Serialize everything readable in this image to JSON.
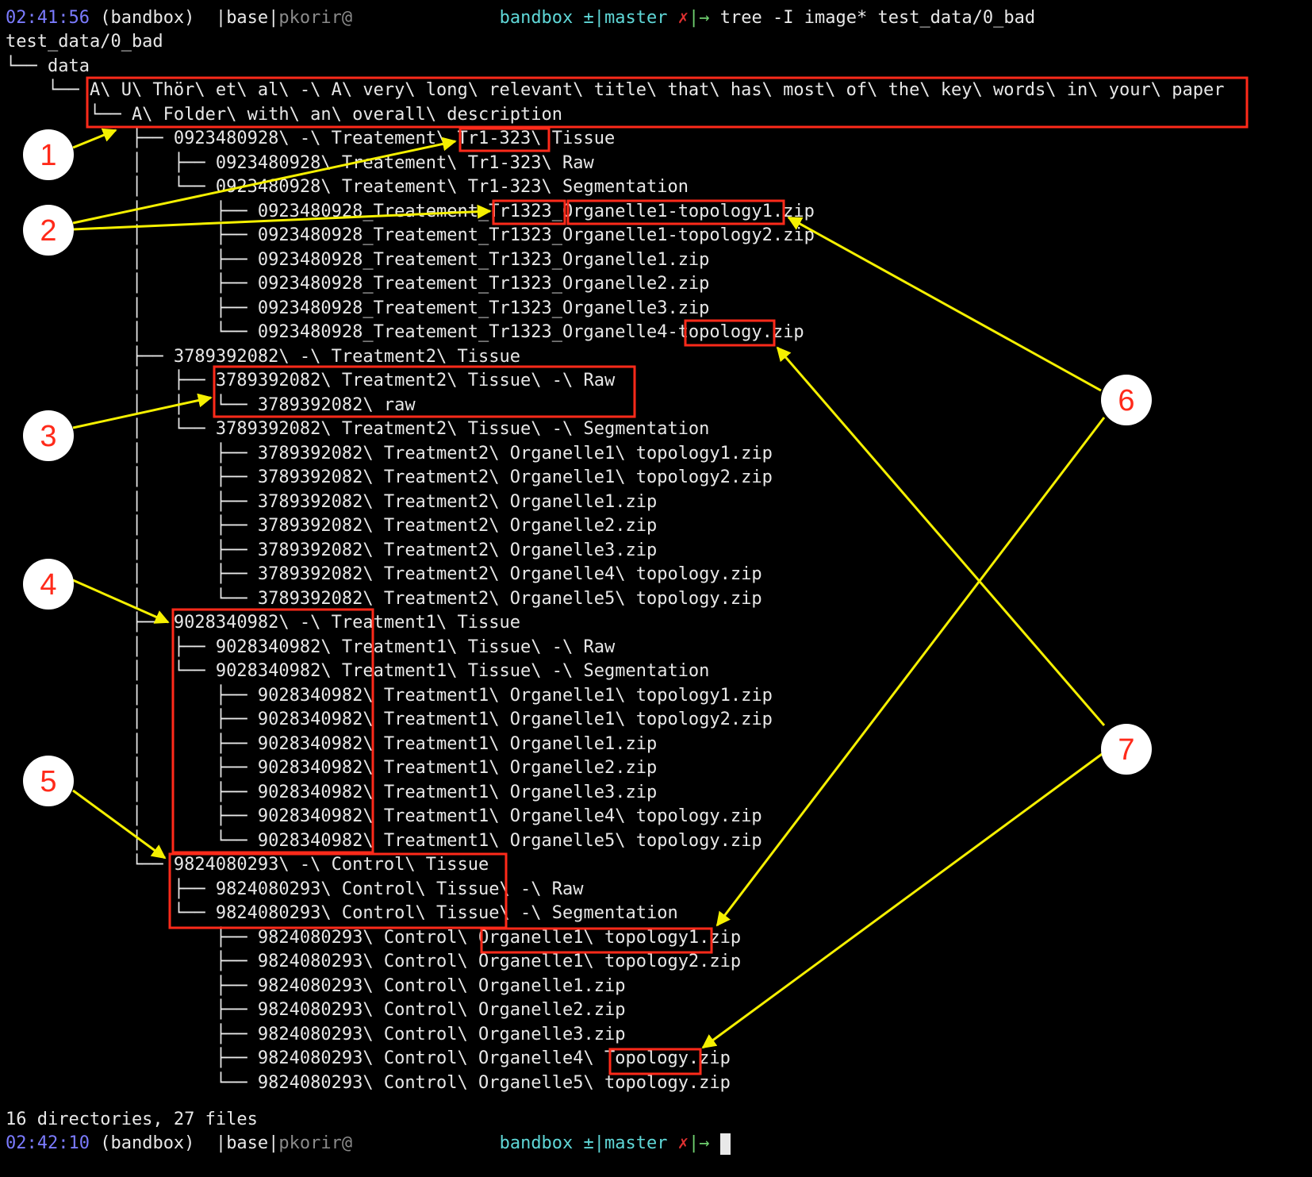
{
  "prompt_top": {
    "time": "02:41:56",
    "env": "(bandbox)",
    "sep1": "  |",
    "base": "base",
    "sep2": "|",
    "user": "pkorir@",
    "host": "bandbox",
    "branch_sym": "±|",
    "branch": "master",
    "dirty": "✗",
    "arrow": "|→",
    "command": "tree -I image* test_data/0_bad"
  },
  "tree": {
    "lines": [
      "test_data/0_bad",
      "└── data",
      "    └── A\\ U\\ Thör\\ et\\ al\\ -\\ A\\ very\\ long\\ relevant\\ title\\ that\\ has\\ most\\ of\\ the\\ key\\ words\\ in\\ your\\ paper",
      "        └── A\\ Folder\\ with\\ an\\ overall\\ description",
      "            ├── 0923480928\\ -\\ Treatement\\ Tr1-323\\ Tissue",
      "            │   ├── 0923480928\\ Treatement\\ Tr1-323\\ Raw",
      "            │   └── 0923480928\\ Treatement\\ Tr1-323\\ Segmentation",
      "            │       ├── 0923480928_Treatement_Tr1323_Organelle1-topology1.zip",
      "            │       ├── 0923480928_Treatement_Tr1323_Organelle1-topology2.zip",
      "            │       ├── 0923480928_Treatement_Tr1323_Organelle1.zip",
      "            │       ├── 0923480928_Treatement_Tr1323_Organelle2.zip",
      "            │       ├── 0923480928_Treatement_Tr1323_Organelle3.zip",
      "            │       └── 0923480928_Treatement_Tr1323_Organelle4-topology.zip",
      "            ├── 3789392082\\ -\\ Treatment2\\ Tissue",
      "            │   ├── 3789392082\\ Treatment2\\ Tissue\\ -\\ Raw",
      "            │   │   └── 3789392082\\ raw",
      "            │   └── 3789392082\\ Treatment2\\ Tissue\\ -\\ Segmentation",
      "            │       ├── 3789392082\\ Treatment2\\ Organelle1\\ topology1.zip",
      "            │       ├── 3789392082\\ Treatment2\\ Organelle1\\ topology2.zip",
      "            │       ├── 3789392082\\ Treatment2\\ Organelle1.zip",
      "            │       ├── 3789392082\\ Treatment2\\ Organelle2.zip",
      "            │       ├── 3789392082\\ Treatment2\\ Organelle3.zip",
      "            │       ├── 3789392082\\ Treatment2\\ Organelle4\\ topology.zip",
      "            │       └── 3789392082\\ Treatment2\\ Organelle5\\ topology.zip",
      "            ├── 9028340982\\ -\\ Treatment1\\ Tissue",
      "            │   ├── 9028340982\\ Treatment1\\ Tissue\\ -\\ Raw",
      "            │   └── 9028340982\\ Treatment1\\ Tissue\\ -\\ Segmentation",
      "            │       ├── 9028340982\\ Treatment1\\ Organelle1\\ topology1.zip",
      "            │       ├── 9028340982\\ Treatment1\\ Organelle1\\ topology2.zip",
      "            │       ├── 9028340982\\ Treatment1\\ Organelle1.zip",
      "            │       ├── 9028340982\\ Treatment1\\ Organelle2.zip",
      "            │       ├── 9028340982\\ Treatment1\\ Organelle3.zip",
      "            │       ├── 9028340982\\ Treatment1\\ Organelle4\\ topology.zip",
      "            │       └── 9028340982\\ Treatment1\\ Organelle5\\ topology.zip",
      "            └── 9824080293\\ -\\ Control\\ Tissue",
      "                ├── 9824080293\\ Control\\ Tissue\\ -\\ Raw",
      "                └── 9824080293\\ Control\\ Tissue\\ -\\ Segmentation",
      "                    ├── 9824080293\\ Control\\ Organelle1\\ topology1.zip",
      "                    ├── 9824080293\\ Control\\ Organelle1\\ topology2.zip",
      "                    ├── 9824080293\\ Control\\ Organelle1.zip",
      "                    ├── 9824080293\\ Control\\ Organelle2.zip",
      "                    ├── 9824080293\\ Control\\ Organelle3.zip",
      "                    ├── 9824080293\\ Control\\ Organelle4\\ Topology.zip",
      "                    └── 9824080293\\ Control\\ Organelle5\\ topology.zip"
    ],
    "summary": "16 directories, 27 files"
  },
  "prompt_bottom": {
    "time": "02:42:10",
    "env": "(bandbox)",
    "sep1": "  |",
    "base": "base",
    "sep2": "|",
    "user": "pkorir@",
    "host": "bandbox",
    "branch_sym": "±|",
    "branch": "master",
    "dirty": "✗",
    "arrow": "|→"
  },
  "callouts": [
    {
      "label": "1"
    },
    {
      "label": "2"
    },
    {
      "label": "3"
    },
    {
      "label": "4"
    },
    {
      "label": "5"
    },
    {
      "label": "6"
    },
    {
      "label": "7"
    }
  ],
  "colors": {
    "background": "#000000",
    "text": "#e8e8e8",
    "time": "#7b7bff",
    "muted": "#8a8a8a",
    "host": "#5fd7d7",
    "dirty": "#e03030",
    "arrow": "#6fcf6f",
    "highlight_box": "#ff2a1a",
    "annotation_arrow": "#f5f000",
    "callout_fill": "#ffffff",
    "callout_text": "#ff2a1a"
  }
}
